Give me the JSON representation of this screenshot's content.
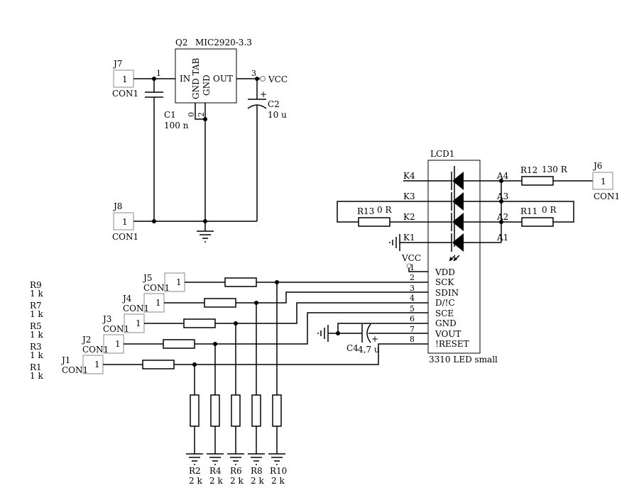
{
  "regulator": {
    "ref": "Q2",
    "value": "MIC2920-3.3",
    "pin_in": "IN",
    "pin_out": "OUT",
    "pin_gnd_tab": "GND TAB",
    "pin_gnd": "GND",
    "pin1_num": "1",
    "pin3_num": "3",
    "pin0_num": "0",
    "pin2_num": "2",
    "vcc_label": "VCC"
  },
  "capacitors": {
    "c1": {
      "ref": "C1",
      "value": "100 n"
    },
    "c2": {
      "ref": "C2",
      "value": "10 u",
      "polarity": "+"
    },
    "c4": {
      "ref": "C4",
      "value": "4,7 u",
      "polarity": "+"
    }
  },
  "power_connectors": {
    "j7": {
      "ref": "J7",
      "pin": "1",
      "type": "CON1"
    },
    "j8": {
      "ref": "J8",
      "pin": "1",
      "type": "CON1"
    }
  },
  "lcd": {
    "ref": "LCD1",
    "value": "3310 LED small",
    "cathodes": [
      "K4",
      "K3",
      "K2",
      "K1"
    ],
    "anodes": [
      "A4",
      "A3",
      "A2",
      "A1"
    ],
    "pin_numbers": [
      "1",
      "2",
      "3",
      "4",
      "5",
      "6",
      "7",
      "8"
    ],
    "pin_names": [
      "VDD",
      "SCK",
      "SDIN",
      "D/!C",
      "SCE",
      "GND",
      "VOUT",
      "!RESET"
    ],
    "vcc_label": "VCC"
  },
  "led_resistors": {
    "r12": {
      "ref": "R12",
      "value": "130 R"
    },
    "r13": {
      "ref": "R13",
      "value": "0 R"
    },
    "r11": {
      "ref": "R11",
      "value": "0 R"
    }
  },
  "j6": {
    "ref": "J6",
    "pin": "1",
    "type": "CON1"
  },
  "signal_connectors": [
    {
      "ref": "J5",
      "pin": "1",
      "type": "CON1"
    },
    {
      "ref": "J4",
      "pin": "1",
      "type": "CON1"
    },
    {
      "ref": "J3",
      "pin": "1",
      "type": "CON1"
    },
    {
      "ref": "J2",
      "pin": "1",
      "type": "CON1"
    },
    {
      "ref": "J1",
      "pin": "1",
      "type": "CON1"
    }
  ],
  "series_resistors": [
    {
      "ref": "R9",
      "value": "1 k"
    },
    {
      "ref": "R7",
      "value": "1 k"
    },
    {
      "ref": "R5",
      "value": "1 k"
    },
    {
      "ref": "R3",
      "value": "1 k"
    },
    {
      "ref": "R1",
      "value": "1 k"
    }
  ],
  "pulldown_resistors": [
    {
      "ref": "R2",
      "value": "2 k"
    },
    {
      "ref": "R4",
      "value": "2 k"
    },
    {
      "ref": "R6",
      "value": "2 k"
    },
    {
      "ref": "R8",
      "value": "2 k"
    },
    {
      "ref": "R10",
      "value": "2 k"
    }
  ]
}
